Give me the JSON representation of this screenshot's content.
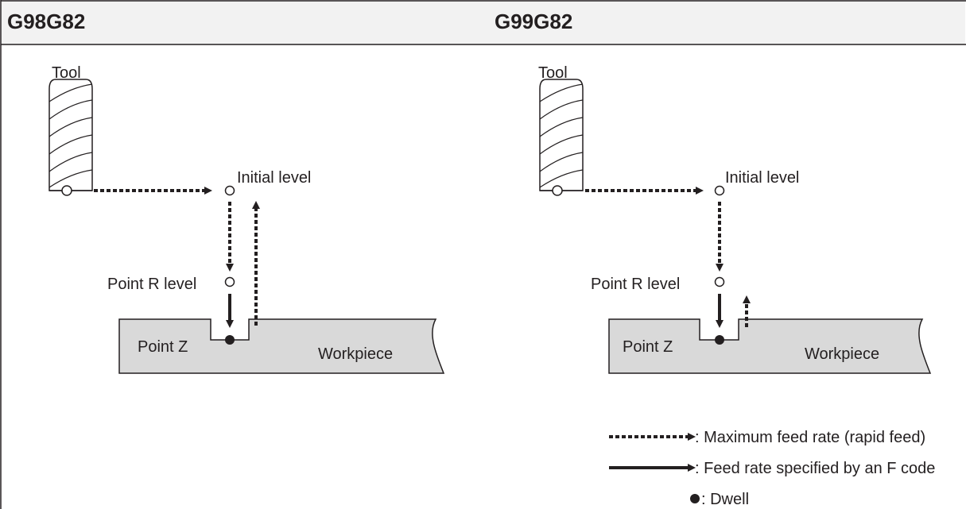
{
  "panels": [
    {
      "heading": "G98G82",
      "labels": {
        "tool": "Tool",
        "initial_level": "Initial level",
        "point_r_level": "Point R level",
        "point_z": "Point Z",
        "workpiece": "Workpiece"
      }
    },
    {
      "heading": "G99G82",
      "labels": {
        "tool": "Tool",
        "initial_level": "Initial level",
        "point_r_level": "Point R level",
        "point_z": "Point Z",
        "workpiece": "Workpiece"
      }
    }
  ],
  "legend": {
    "rapid": ": Maximum feed rate (rapid feed)",
    "feed": ": Feed rate specified by an F code",
    "dwell": ": Dwell"
  },
  "colors": {
    "line": "#231f20",
    "header_bg": "#f2f2f2",
    "workpiece_fill": "#d9d9d9"
  }
}
